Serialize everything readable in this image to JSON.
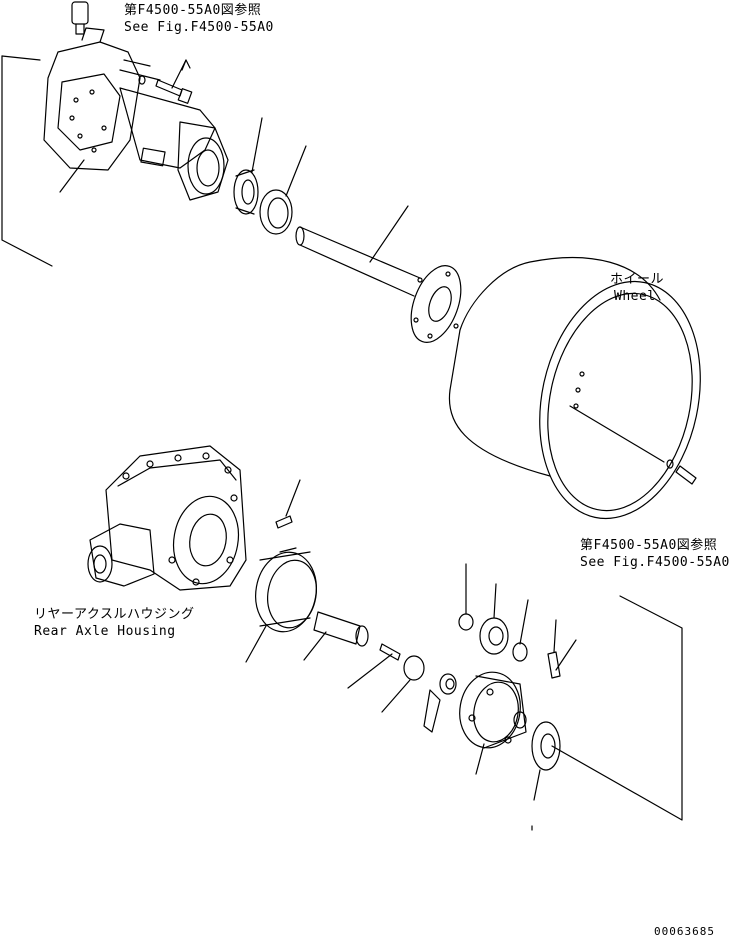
{
  "labels": {
    "ref_top_jp": "第F4500-55A0図参照",
    "ref_top_en": "See Fig.F4500-55A0",
    "wheel_jp": "ホイール",
    "wheel_en": "Wheel",
    "ref_right_jp": "第F4500-55A0図参照",
    "ref_right_en": "See Fig.F4500-55A0",
    "housing_jp": "リヤーアクスルハウジング",
    "housing_en": "Rear Axle Housing",
    "drawing_number": "00063685"
  }
}
